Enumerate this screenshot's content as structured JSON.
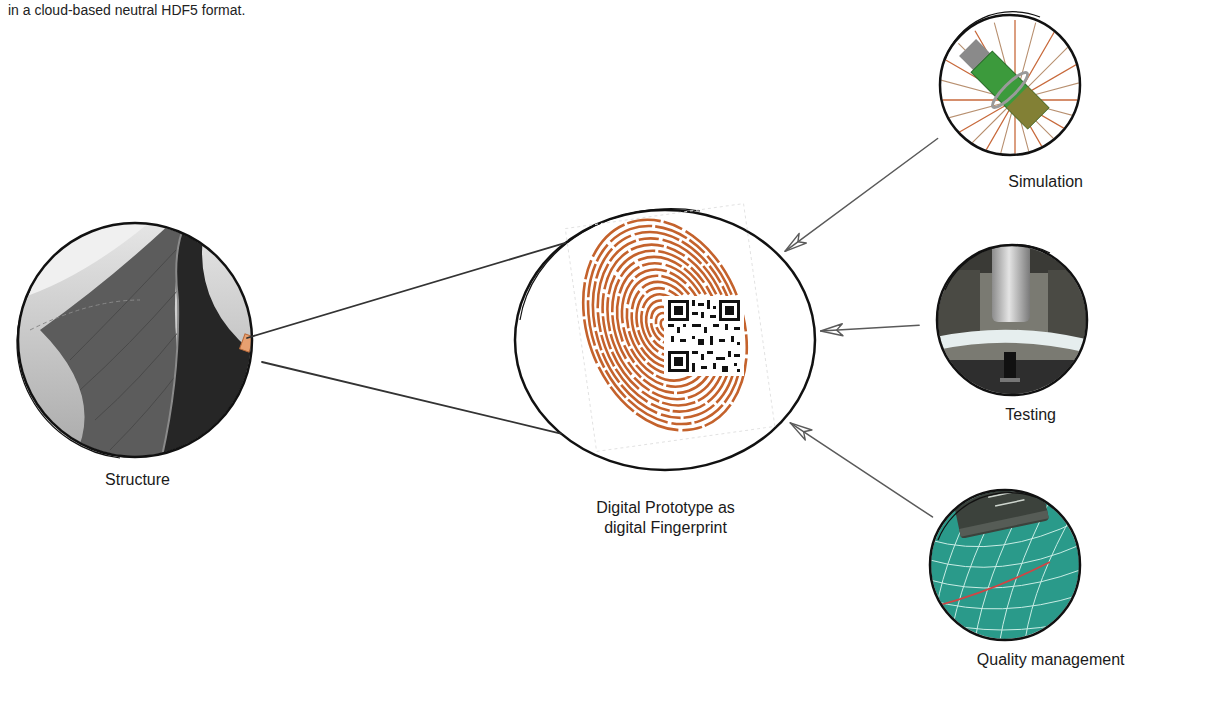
{
  "diagram": {
    "nodes": [
      {
        "text": [
          "Structure"
        ]
      },
      {
        "text": [
          "Digital Prototype as digital Fingerprint"
        ]
      },
      {
        "text": [
          "Simulation"
        ]
      },
      {
        "text": [
          "Testing"
        ]
      },
      {
        "text": [
          "Quality management"
        ]
      }
    ],
    "edges": [
      {
        "from": 0,
        "to": 1,
        "arrow": "none"
      },
      {
        "from": 0,
        "to": 1,
        "arrow": "none"
      },
      {
        "from": 2,
        "to": 1,
        "arrow": "to"
      },
      {
        "from": 3,
        "to": 1,
        "arrow": "to"
      },
      {
        "from": 4,
        "to": 1,
        "arrow": "to"
      }
    ],
    "labels": [
      "in a cloud-based neutral HDF5 format."
    ]
  }
}
